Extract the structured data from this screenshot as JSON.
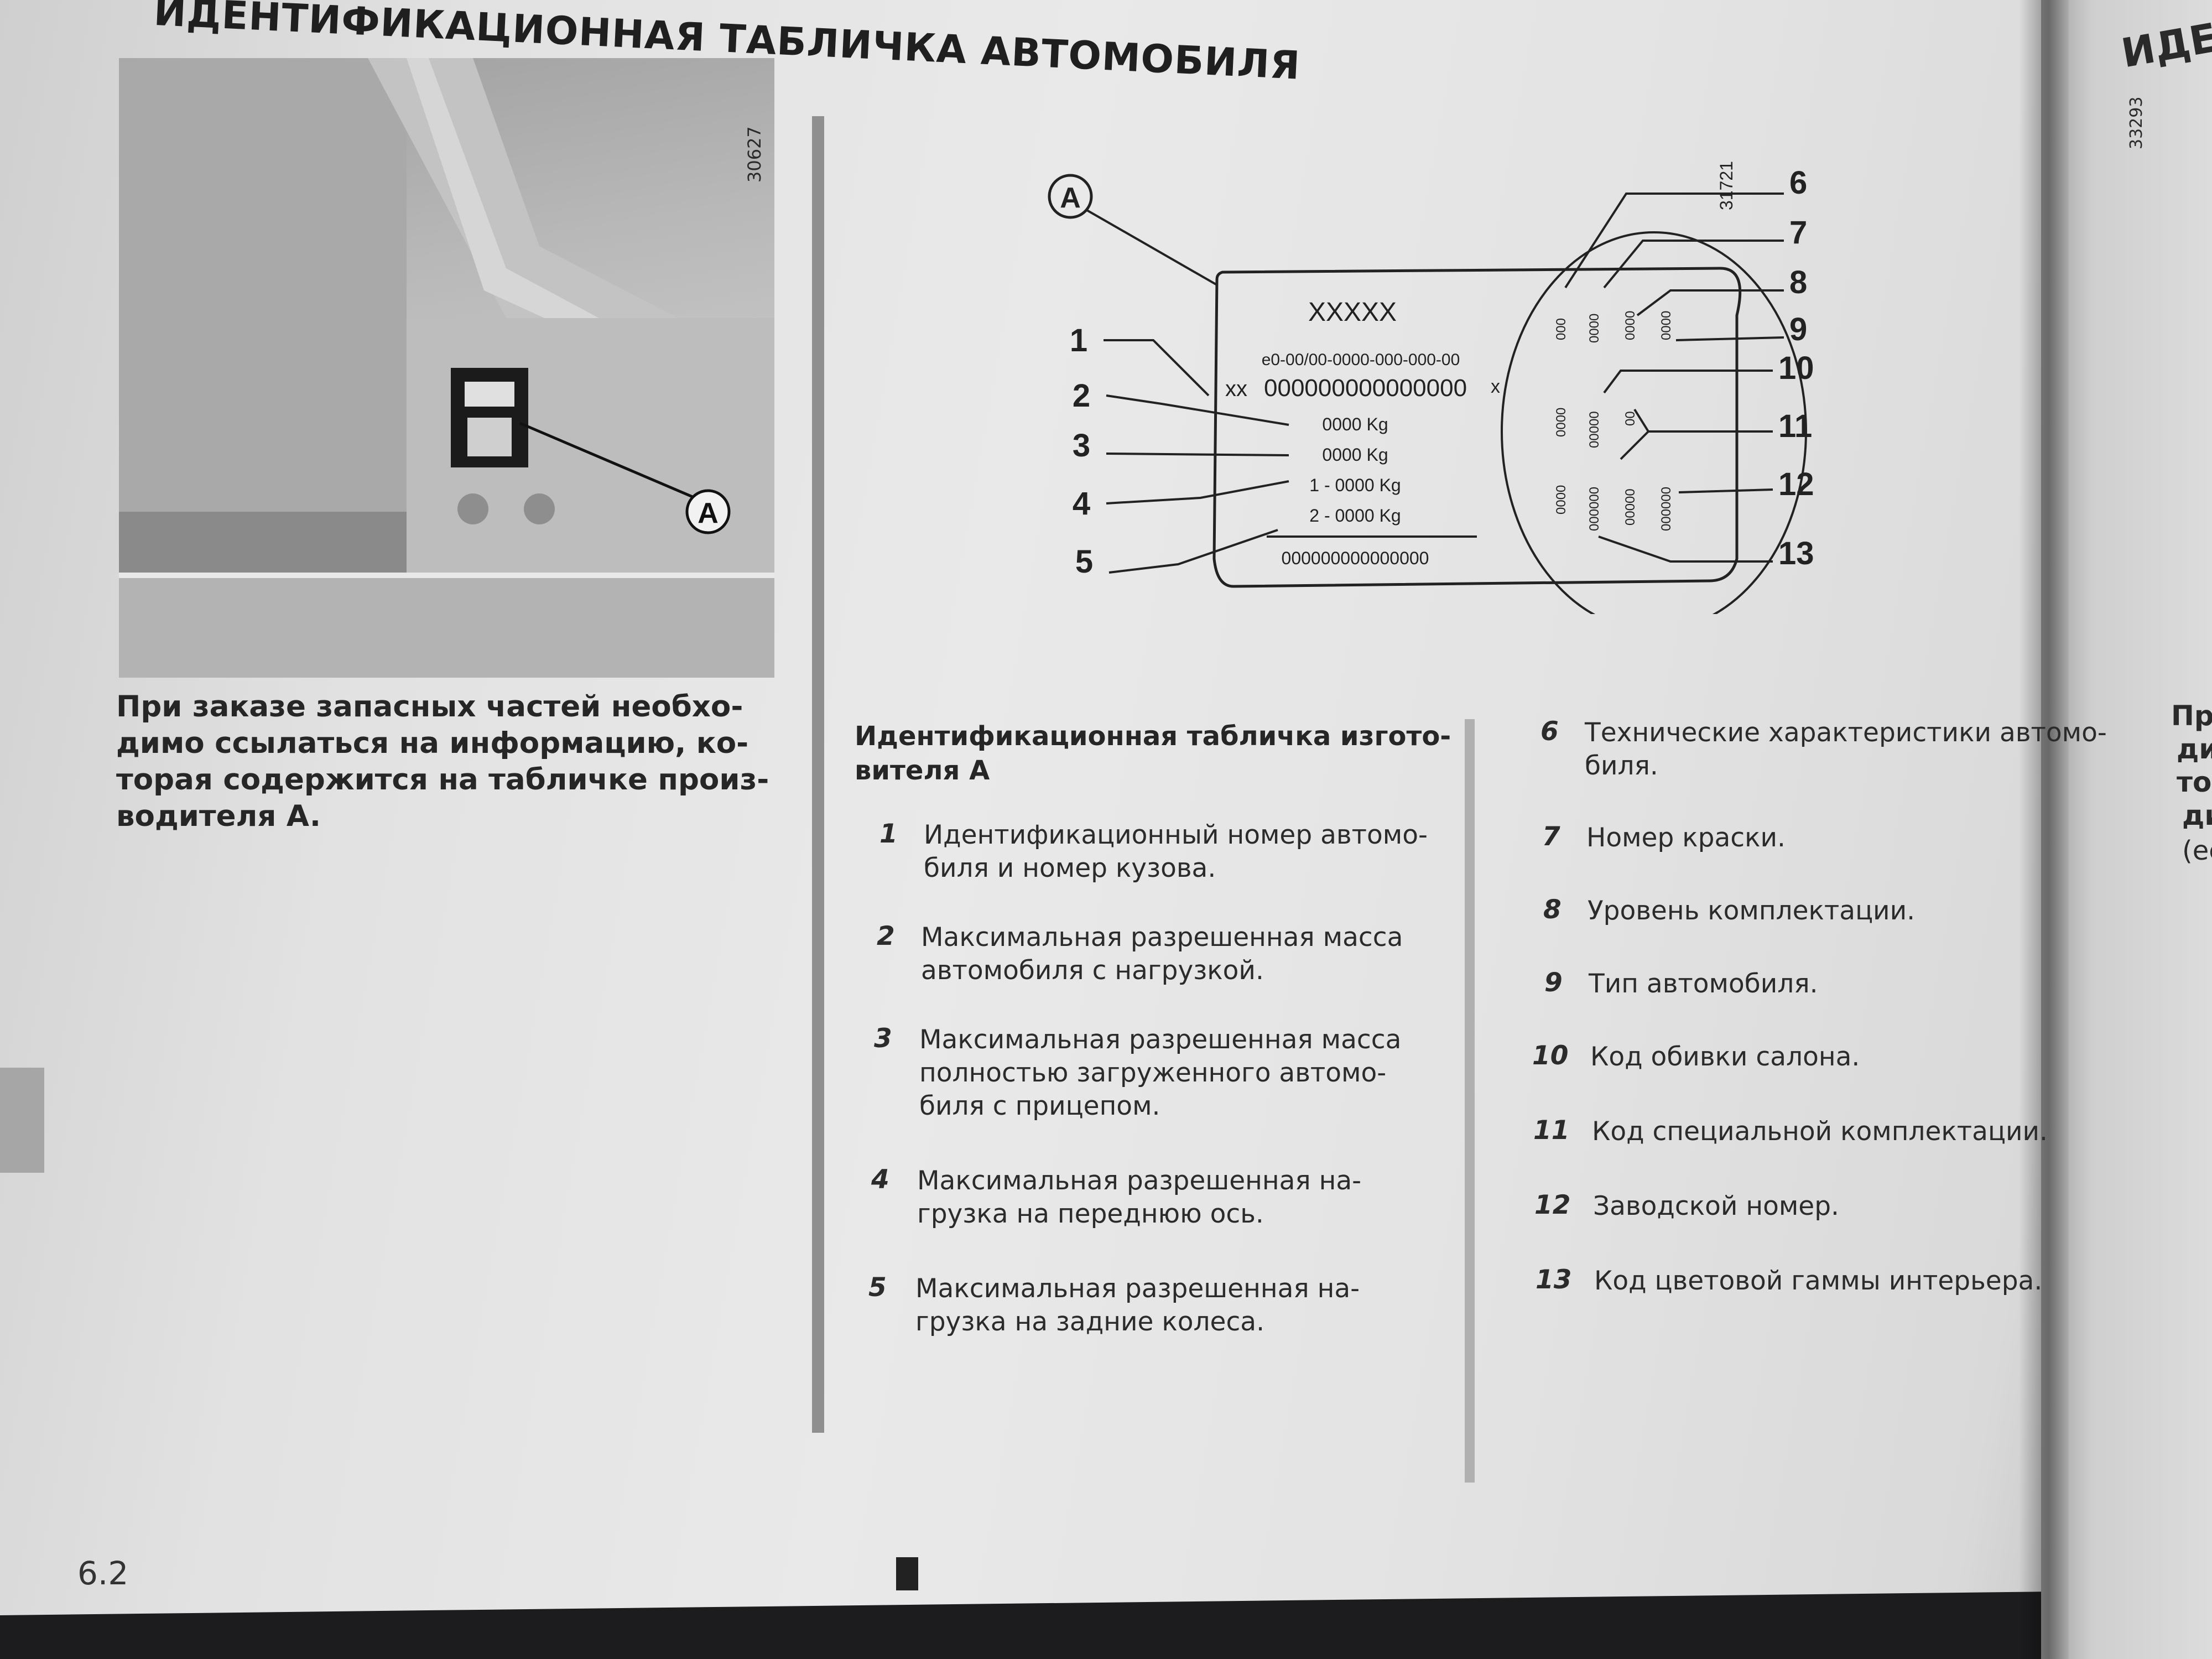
{
  "header": {
    "title": "ИДЕНТИФИКАЦИОННАЯ ТАБЛИЧКА АВТОМОБИЛЯ",
    "next_page_title": "ИДЕ"
  },
  "photo": {
    "ref_code": "30627",
    "callout": "A"
  },
  "intro_text": {
    "line1": "При заказе запасных частей необхо-",
    "line2": "димо ссылаться на информацию, ко-",
    "line3": "торая содержится на табличке произ-",
    "line4": "водителя A."
  },
  "diagram": {
    "ref_code": "31721",
    "callout": "A",
    "plate": {
      "model": "XXXXX",
      "approval": "e0-00/00-0000-000-000-00",
      "vin_prefix": "xx",
      "vin": "000000000000000",
      "vin_suffix": "x",
      "mass1": "0000 Kg",
      "mass2": "0000 Kg",
      "axle1": "1 - 0000 Kg",
      "axle2": "2 - 0000 Kg",
      "serial": "000000000000000"
    },
    "oval_codes": [
      "000",
      "0000",
      "0000",
      "0000",
      "0000",
      "00000",
      "00",
      "0000",
      "000000",
      "00000",
      "000000"
    ],
    "left_labels": [
      "1",
      "2",
      "3",
      "4",
      "5"
    ],
    "right_labels": [
      "6",
      "7",
      "8",
      "9",
      "10",
      "11",
      "12",
      "13"
    ]
  },
  "section": {
    "title_line1": "Идентификационная табличка изгото-",
    "title_line2": "вителя A"
  },
  "items_left": [
    {
      "num": "1",
      "lines": [
        "Идентификационный номер автомо-",
        "биля и номер кузова."
      ]
    },
    {
      "num": "2",
      "lines": [
        "Максимальная разрешенная масса",
        "автомобиля с нагрузкой."
      ]
    },
    {
      "num": "3",
      "lines": [
        "Максимальная разрешенная масса",
        "полностью загруженного автомо-",
        "биля с прицепом."
      ]
    },
    {
      "num": "4",
      "lines": [
        "Максимальная разрешенная на-",
        "грузка на переднюю ось."
      ]
    },
    {
      "num": "5",
      "lines": [
        "Максимальная разрешенная на-",
        "грузка на задние колеса."
      ]
    }
  ],
  "items_right": [
    {
      "num": "6",
      "lines": [
        "Технические характеристики автомо-",
        "биля."
      ]
    },
    {
      "num": "7",
      "lines": [
        "Номер краски."
      ]
    },
    {
      "num": "8",
      "lines": [
        "Уровень комплектации."
      ]
    },
    {
      "num": "9",
      "lines": [
        "Тип автомобиля."
      ]
    },
    {
      "num": "10",
      "lines": [
        "Код обивки салона."
      ]
    },
    {
      "num": "11",
      "lines": [
        "Код специальной комплектации."
      ]
    },
    {
      "num": "12",
      "lines": [
        "Заводской номер."
      ]
    },
    {
      "num": "13",
      "lines": [
        "Код цветовой гаммы интерьера."
      ]
    }
  ],
  "next_page": {
    "ref_code": "33293",
    "fragments": [
      "Пр",
      "ди",
      "тор",
      "ди",
      "(ее"
    ]
  },
  "footer": {
    "page_number": "6.2"
  }
}
